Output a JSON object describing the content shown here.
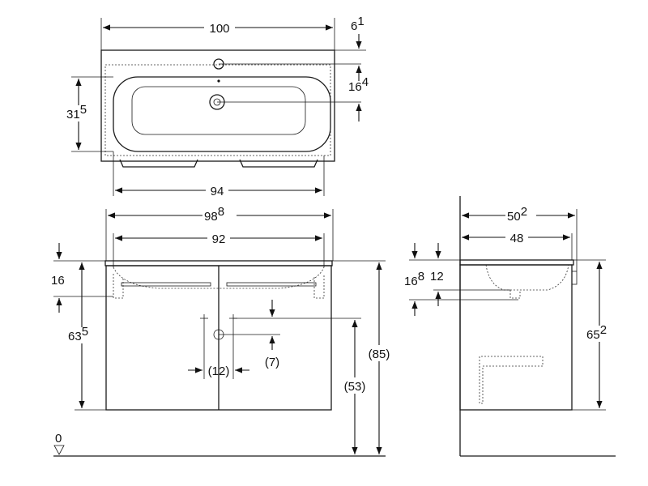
{
  "top_view": {
    "width": "100",
    "rim": {
      "main": "6",
      "sup": "1"
    },
    "tap_offset": {
      "main": "16",
      "sup": "4"
    },
    "basin_depth": {
      "main": "31",
      "sup": "5"
    },
    "cabinet_width": "94"
  },
  "front_view": {
    "overall_width": {
      "main": "98",
      "sup": "8"
    },
    "inner_width": "92",
    "basin_height": "16",
    "cabinet_height": {
      "main": "63",
      "sup": "5"
    },
    "drain_spacing": "(12)",
    "drain_offset": "(7)",
    "drain_height": "(53)",
    "total_height": "(85)",
    "floor_level": "0"
  },
  "side_view": {
    "depth_overall": {
      "main": "50",
      "sup": "2"
    },
    "depth_cabinet": "48",
    "bowl_depth": {
      "main": "16",
      "sup": "8"
    },
    "tap_rise": "12",
    "height": {
      "main": "65",
      "sup": "2"
    }
  }
}
